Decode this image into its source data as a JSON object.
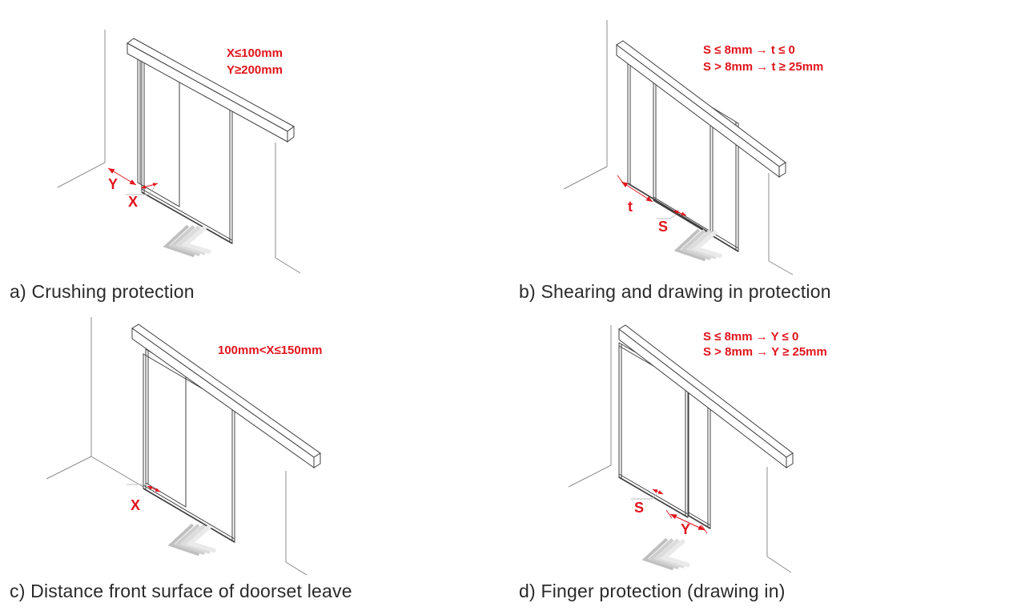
{
  "colors": {
    "annotation_red": "#e1141c",
    "drawing_line_dark": "#404040",
    "wall_line_gray": "#8c8c8c",
    "leader_line_gray": "#bdbdbd",
    "caption_text": "#2a2a2a",
    "swoosh_grays": [
      "#bfbfbf",
      "#cecece",
      "#dcdcdc",
      "#eaeaea"
    ],
    "background": "#ffffff"
  },
  "icons": {
    "motion_swoosh": "layered-chevron-swoosh"
  },
  "panels": [
    {
      "id": "a",
      "caption": "a) Crushing protection",
      "annotations": [
        "X≤100mm",
        "Y≥200mm"
      ],
      "dim_labels": {
        "y": "Y",
        "x": "X"
      }
    },
    {
      "id": "b",
      "caption": "b) Shearing and drawing in protection",
      "annotations": [
        "S ≤ 8mm → t ≤ 0",
        "S > 8mm → t ≥ 25mm"
      ],
      "dim_labels": {
        "t": "t",
        "s": "S"
      }
    },
    {
      "id": "c",
      "caption": "c) Distance front surface of doorset leave",
      "annotations": [
        "100mm<X≤150mm"
      ],
      "dim_labels": {
        "x": "X"
      }
    },
    {
      "id": "d",
      "caption": "d) Finger protection (drawing in)",
      "annotations": [
        "S ≤ 8mm → Y ≤ 0",
        "S > 8mm → Y ≥ 25mm"
      ],
      "dim_labels": {
        "s": "S",
        "y": "Y"
      }
    }
  ]
}
